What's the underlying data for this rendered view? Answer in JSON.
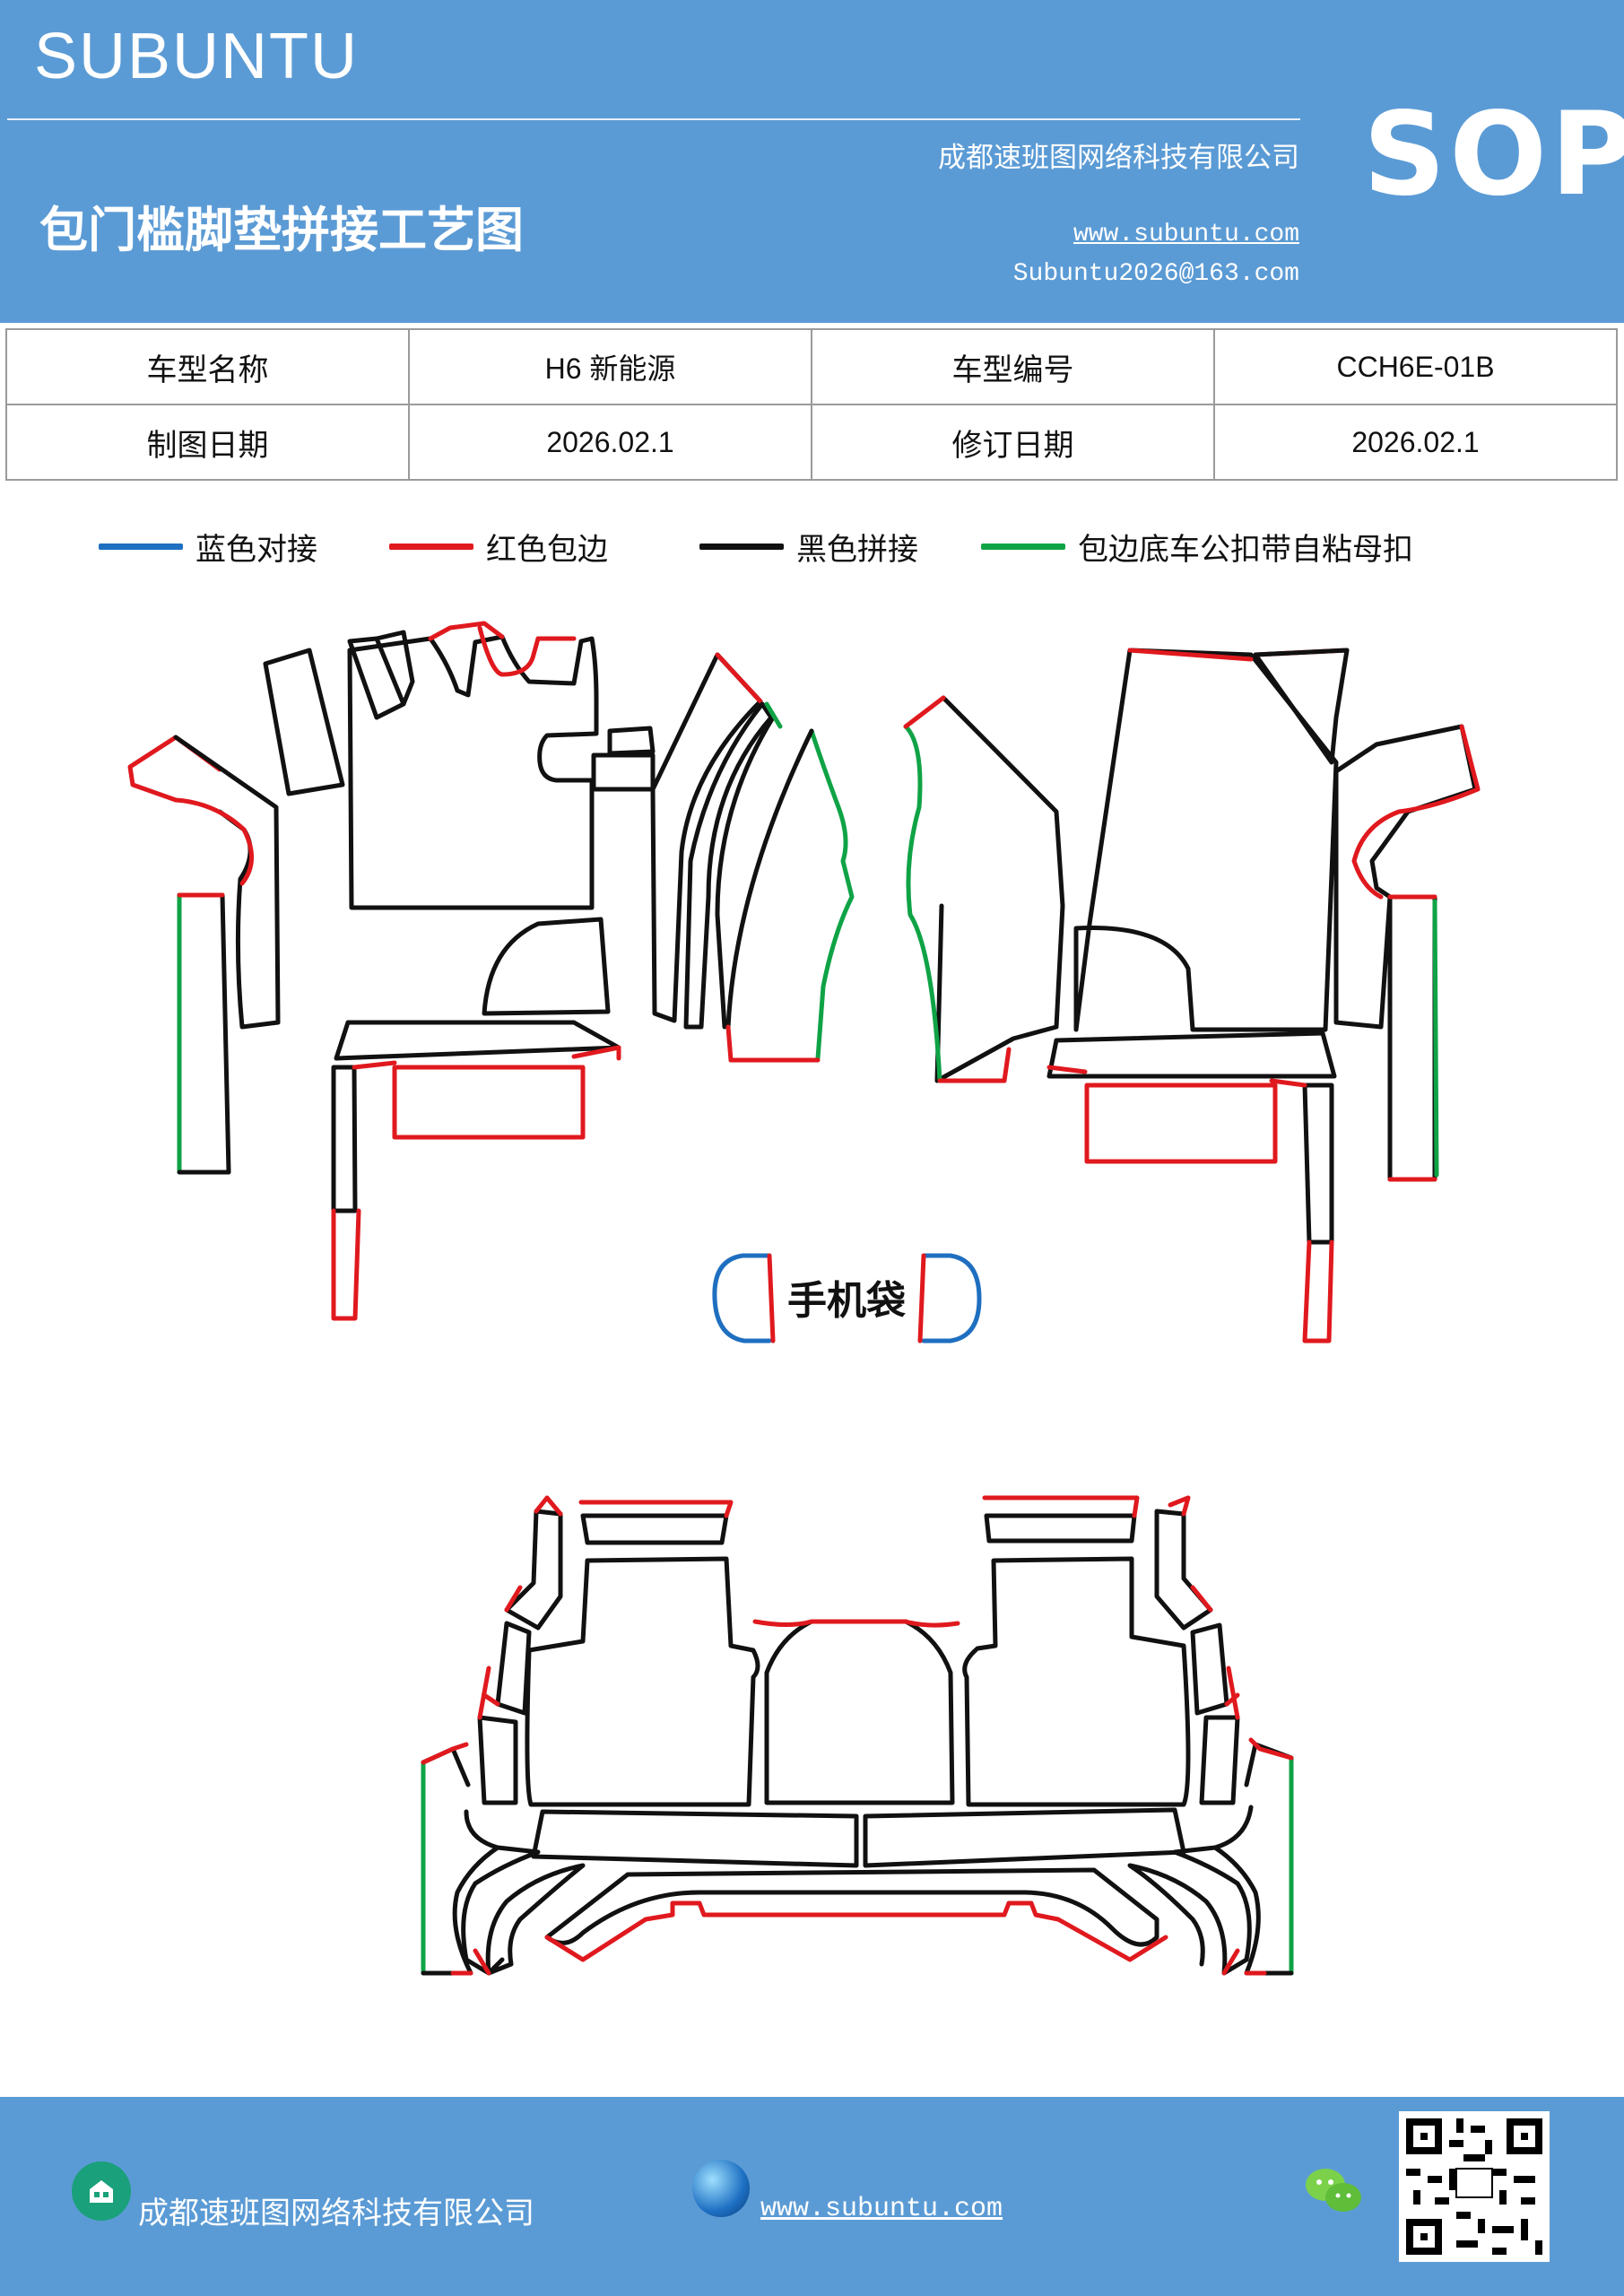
{
  "header": {
    "brand": "SUBUNTU",
    "badge": "SOP",
    "company": "成都速班图网络科技有限公司",
    "title": "包门槛脚垫拼接工艺图",
    "website": "www.subuntu.com",
    "email": "Subuntu2026@163.com"
  },
  "info_table": {
    "row1": {
      "label1": "车型名称",
      "value1": "H6 新能源",
      "label2": "车型编号",
      "value2": "CCH6E-01B"
    },
    "row2": {
      "label1": "制图日期",
      "value1": "2026.02.1",
      "label2": "修订日期",
      "value2": "2026.02.1"
    }
  },
  "legend": [
    {
      "label": "蓝色对接",
      "color": "#1f6fc0"
    },
    {
      "label": "红色包边",
      "color": "#e0191e"
    },
    {
      "label": "黑色拼接",
      "color": "#111111"
    },
    {
      "label": "包边底车公扣带自粘母扣",
      "color": "#0fa346"
    }
  ],
  "drawing": {
    "phone_pocket_label": "手机袋"
  },
  "footer": {
    "company": "成都速班图网络科技有限公司",
    "website": "www.subuntu.com"
  }
}
